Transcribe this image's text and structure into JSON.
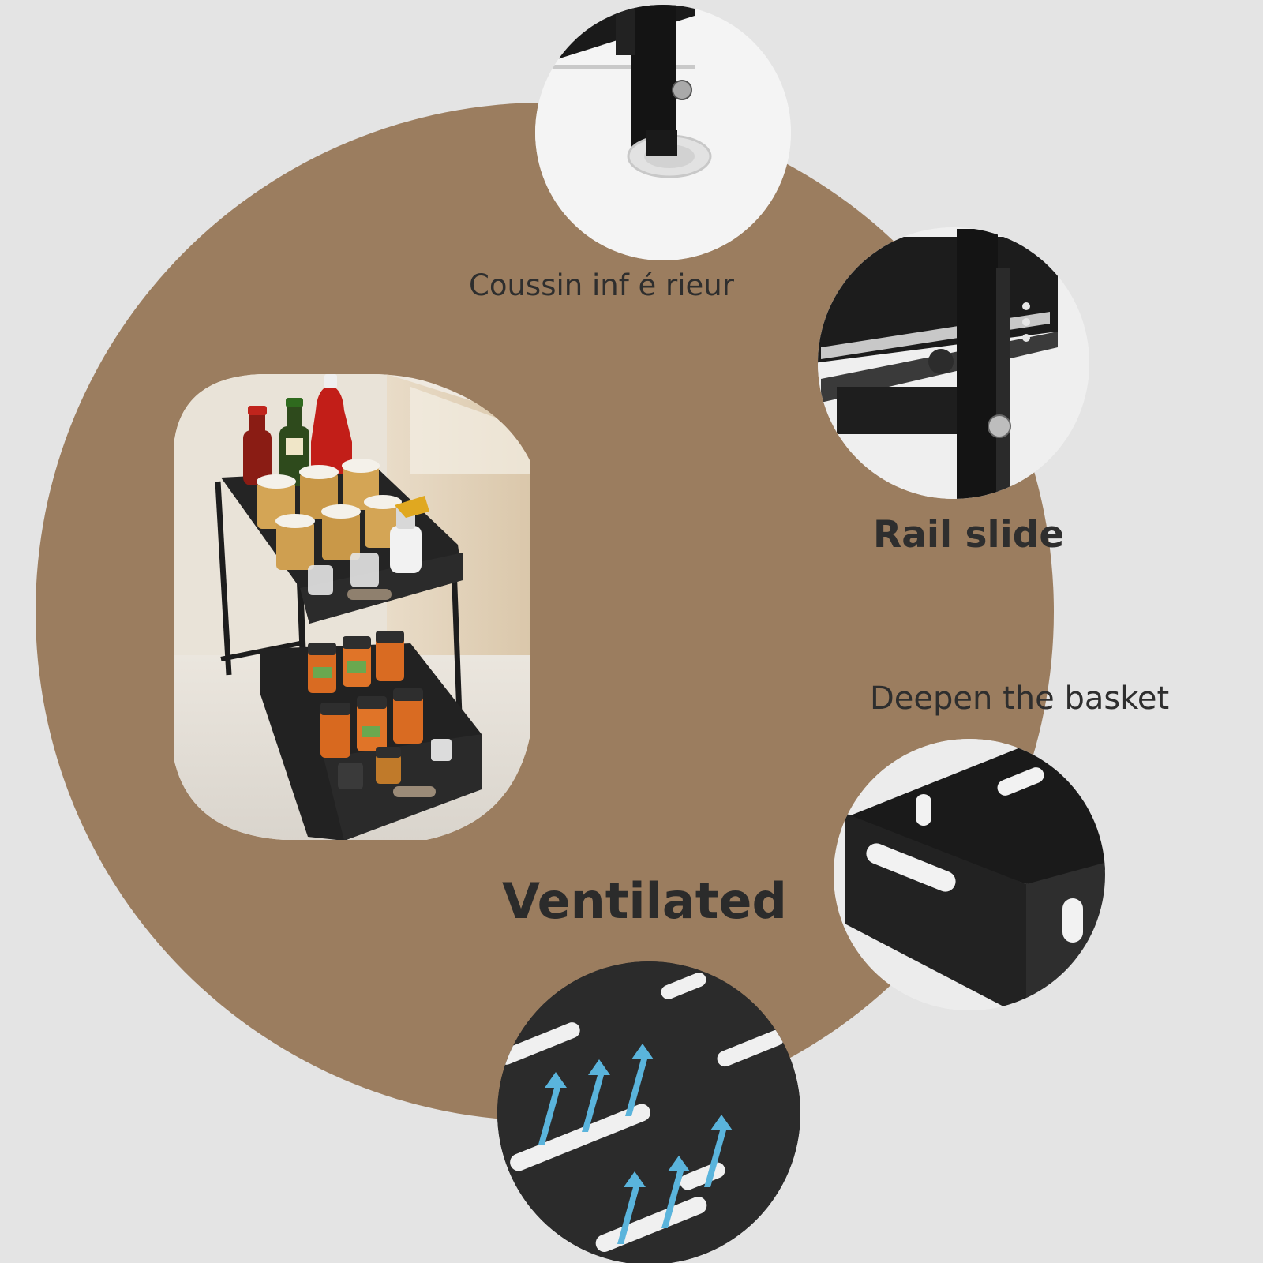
{
  "colors": {
    "background": "#e4e4e4",
    "brown_disc": "#9b7d5f",
    "rack_black": "#1d1d1d",
    "accent_blue": "#5ab4dc",
    "label_text": "#2e2e2e"
  },
  "features": {
    "cushion": {
      "label": "Coussin inf é rieur",
      "icon": "foot-pad-detail"
    },
    "rail": {
      "label": "Rail slide",
      "icon": "slide-rail-detail"
    },
    "basket": {
      "label": "Deepen the basket",
      "icon": "deep-basket-detail"
    },
    "ventilated": {
      "label": "Ventilated",
      "icon": "vented-bottom-detail"
    }
  },
  "main_image": {
    "icon": "two-tier-pull-out-spice-rack"
  }
}
